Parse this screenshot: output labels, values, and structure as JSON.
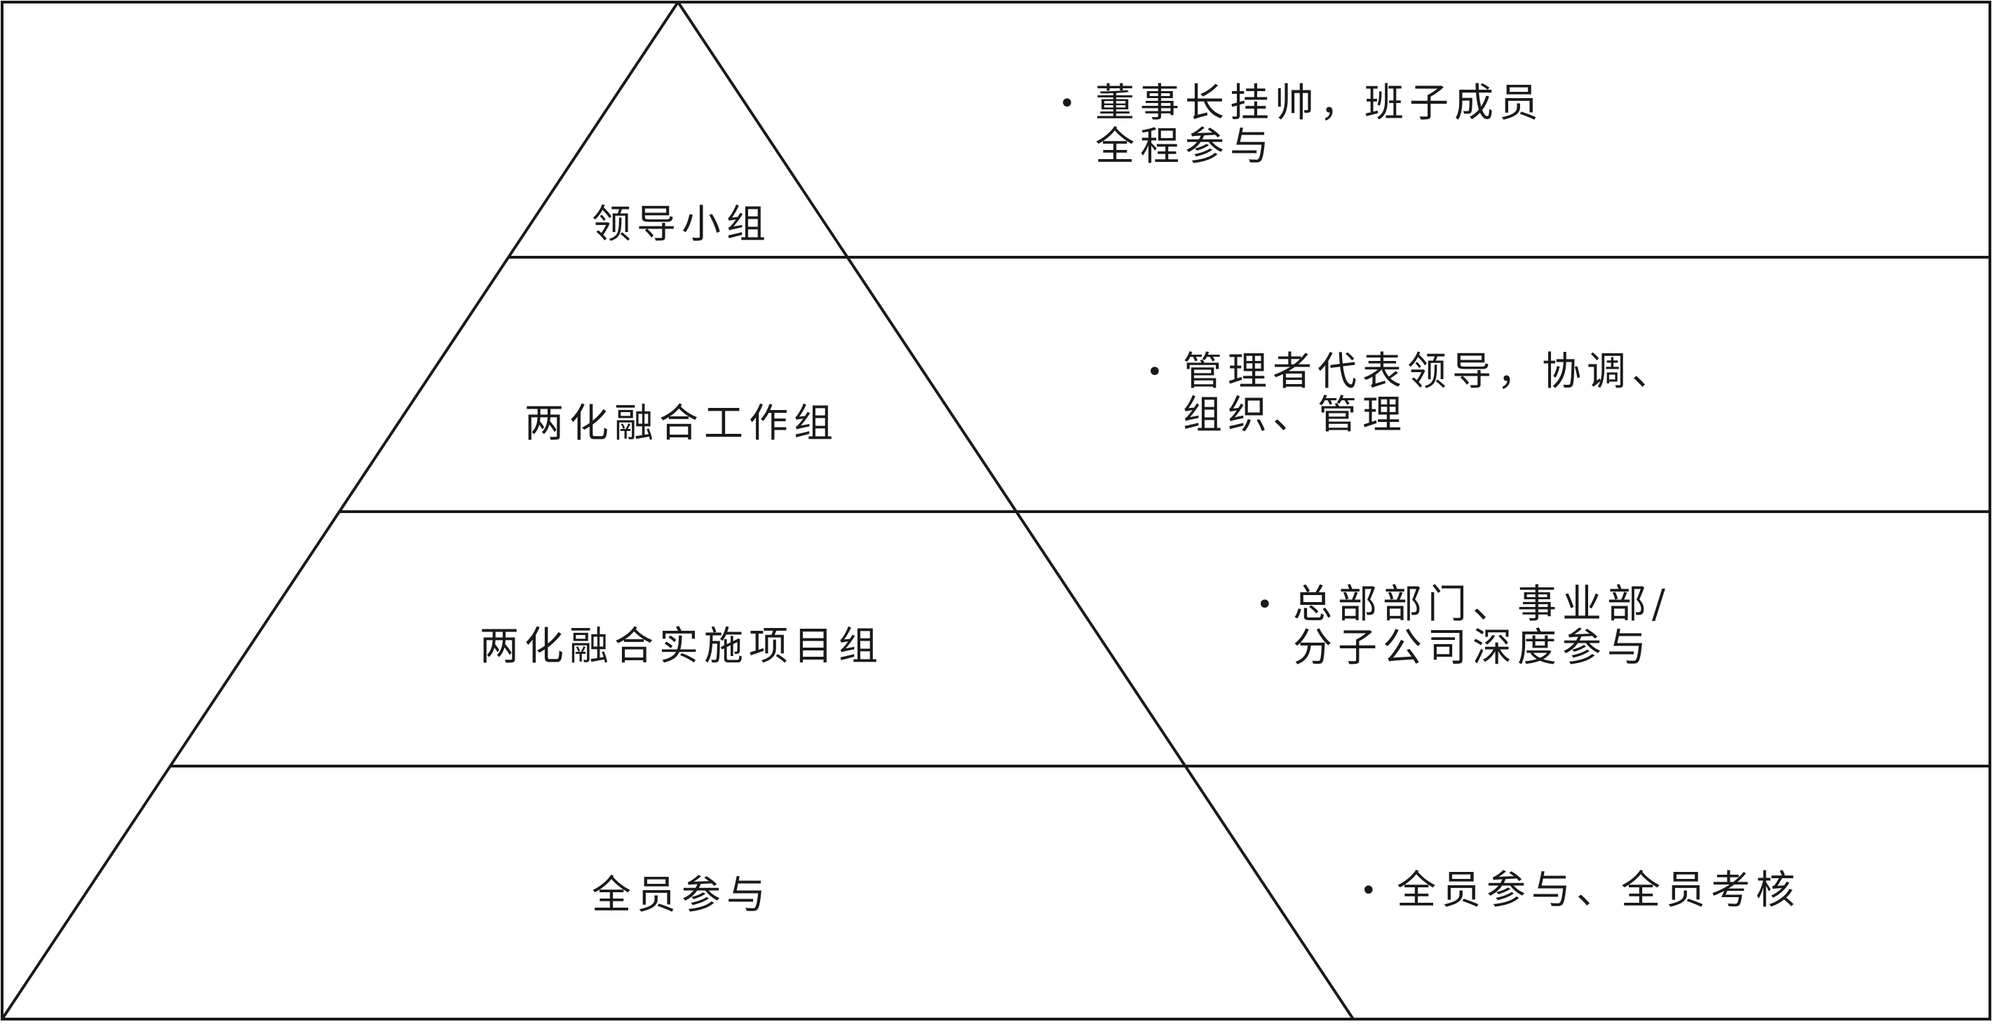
{
  "tiers": [
    {
      "label": "领导小组",
      "description": {
        "bullet": "•",
        "lines": [
          "董事长挂帅，班子成员",
          "全程参与"
        ]
      }
    },
    {
      "label": "两化融合工作组",
      "description": {
        "bullet": "•",
        "lines": [
          "管理者代表领导，协调、",
          "组织、管理"
        ]
      }
    },
    {
      "label": "两化融合实施项目组",
      "description": {
        "bullet": "•",
        "lines": [
          "总部部门、事业部/",
          "分子公司深度参与"
        ]
      }
    },
    {
      "label": "全员参与",
      "description": {
        "bullet": "•",
        "lines": [
          "全员参与、全员考核"
        ]
      }
    }
  ],
  "colors": {
    "line": "#1a1a1a",
    "background": "#ffffff"
  }
}
